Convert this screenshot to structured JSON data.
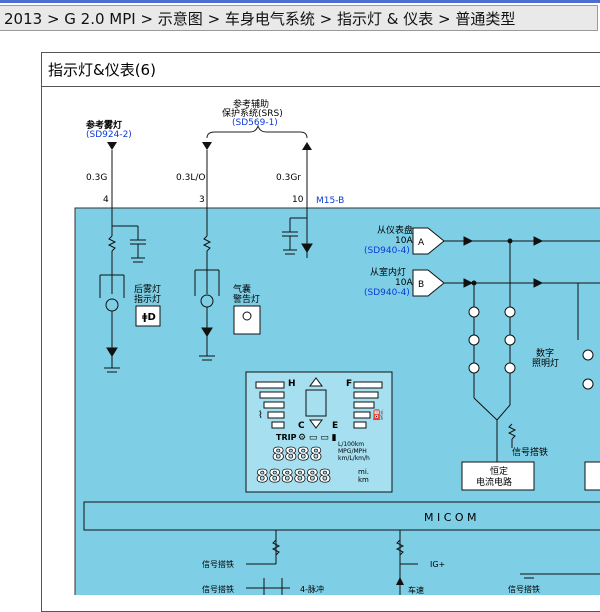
{
  "breadcrumb": "2013 > G 2.0 MPI > 示意图 > 车身电气系统 > 指示灯 & 仪表 > 普通类型",
  "panel_title": "指示灯&仪表(6)",
  "diagram": {
    "ref_fog_title": "参考雾灯",
    "ref_fog_code": "(SD924-2)",
    "ref_srs_title_1": "参考辅助",
    "ref_srs_title_2": "保护系统(SRS)",
    "ref_srs_code": "(SD569-1)",
    "wire_1": "0.3G",
    "wire_2": "0.3L/O",
    "wire_3": "0.3Gr",
    "pin_1": "4",
    "pin_2": "3",
    "pin_3": "10",
    "connector": "M15-B",
    "from_cluster_1": "从仪表盘",
    "from_cluster_2": "10A",
    "from_cluster_code": "(SD940-4)",
    "from_cluster_tag": "A",
    "from_room_1": "从室内灯",
    "from_room_2": "10A",
    "from_room_code": "(SD940-4)",
    "from_room_tag": "B",
    "rear_fog_1": "后雾灯",
    "rear_fog_2": "指示灯",
    "airbag_1": "气囊",
    "airbag_2": "警告灯",
    "digital_1": "数字",
    "digital_2": "照明灯",
    "signal_shift_1": "信号搭铁",
    "const_current_1": "恒定",
    "const_current_2": "电流电路",
    "micom": "M   I   C   O   M",
    "gauge_h": "H",
    "gauge_c": "C",
    "gauge_f": "F",
    "gauge_e": "E",
    "trip_label": "TRIP",
    "unit_1": "L/100km",
    "unit_2": "MPG/MPH",
    "unit_3": "km/L/km/h",
    "unit_mi": "mi.",
    "unit_km": "km",
    "seg_1": "8888",
    "seg_2": "888888",
    "signal_shift_2": "信号搭铁",
    "signal_shift_3": "信号搭铁",
    "signal_shift_4": "信号搭铁",
    "ig_plus": "IG+",
    "pulse_4": "4-脉冲",
    "vehicle_speed": "车速"
  }
}
